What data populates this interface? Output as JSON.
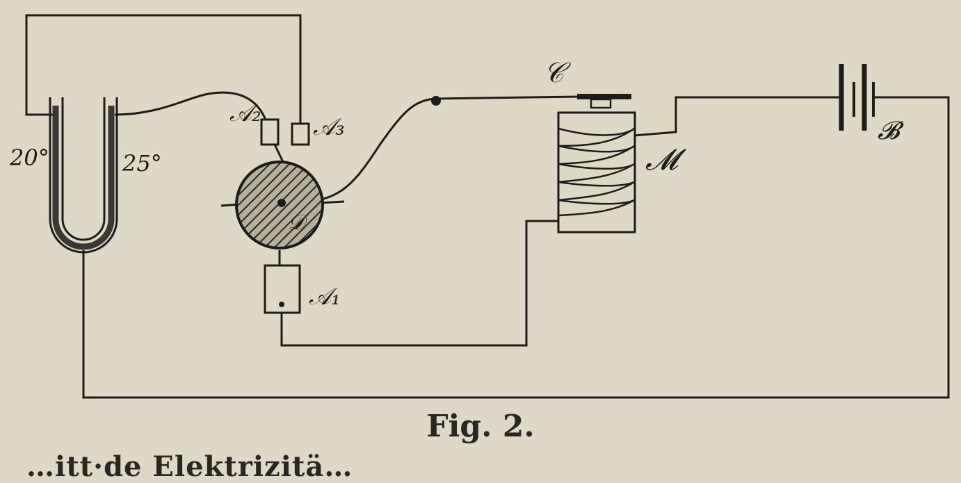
{
  "figure": {
    "caption": "Fig. 2.",
    "bottom_text": "…itt·de Elektrizitä…"
  },
  "labels": {
    "temp_left": "20°",
    "temp_right": "25°",
    "A1": "𝒜₁",
    "A2": "𝒜₂",
    "A3": "𝒜₃",
    "C": "𝒞",
    "D": "𝒟",
    "M": "𝓜",
    "B": "𝓑"
  },
  "colors": {
    "paper": "#ddd9c6",
    "ink": "#1e1c19"
  }
}
